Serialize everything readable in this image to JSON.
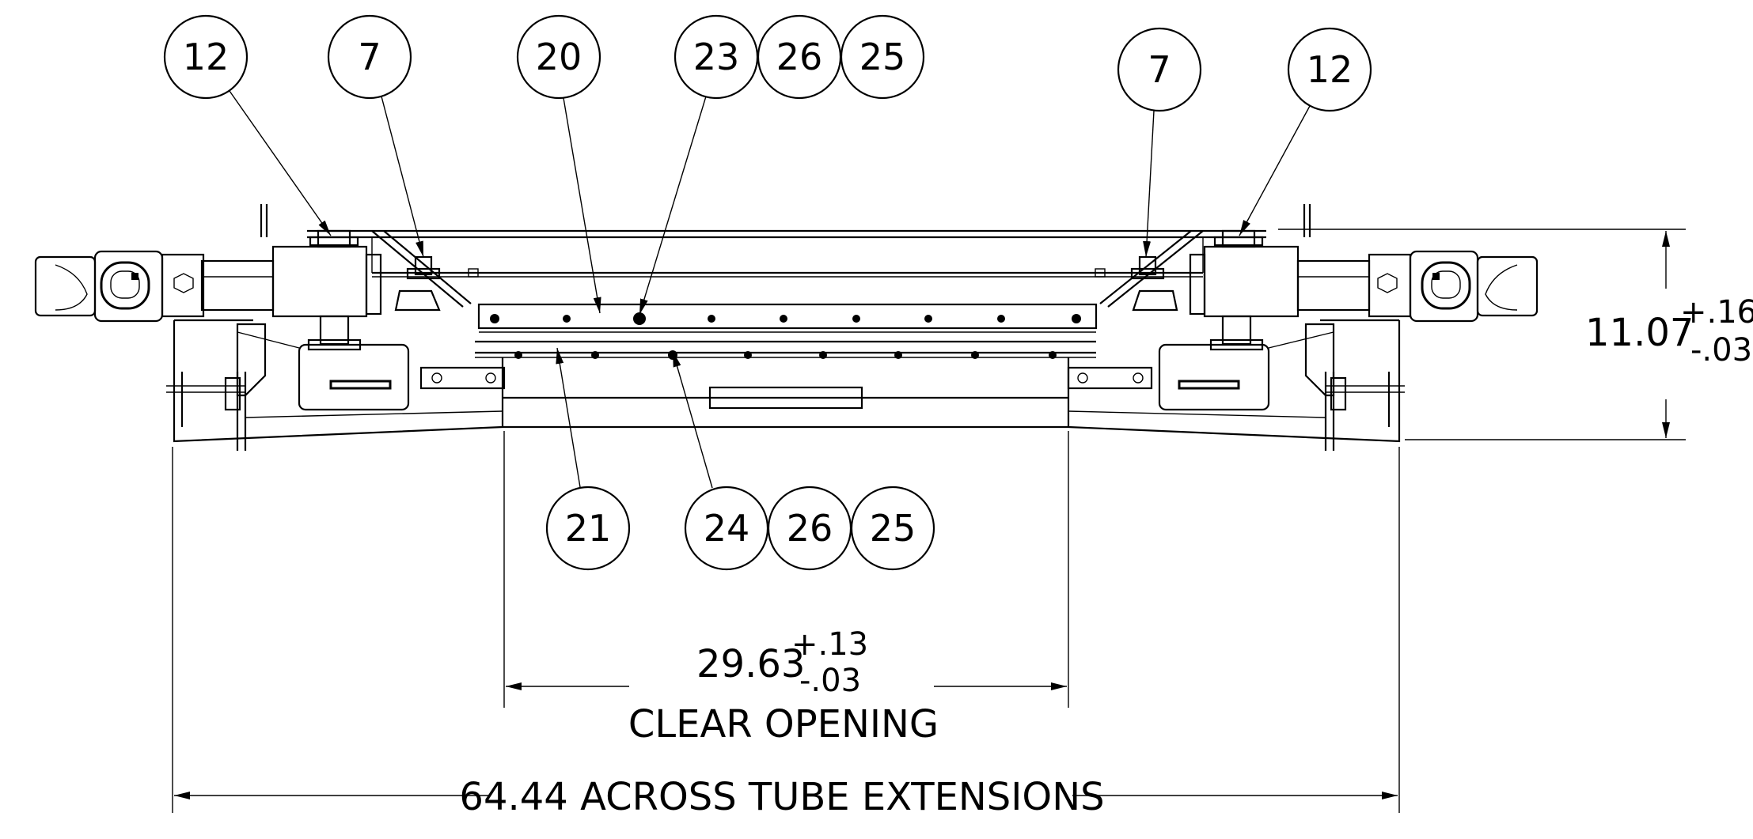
{
  "balloons_top": [
    {
      "label": "12"
    },
    {
      "label": "7"
    },
    {
      "label": "20"
    },
    {
      "label": "23"
    },
    {
      "label": "26"
    },
    {
      "label": "25"
    },
    {
      "label": "7"
    },
    {
      "label": "12"
    }
  ],
  "balloons_bottom": [
    {
      "label": "21"
    },
    {
      "label": "24"
    },
    {
      "label": "26"
    },
    {
      "label": "25"
    }
  ],
  "dimensions": {
    "height": {
      "value": "11.07",
      "tol_upper": "+.16",
      "tol_lower": "-.03"
    },
    "clear_opening": {
      "value": "29.63",
      "tol_upper": "+.13",
      "tol_lower": "-.03",
      "note": "CLEAR OPENING"
    },
    "overall": {
      "text": "64.44 ACROSS TUBE EXTENSIONS"
    }
  }
}
